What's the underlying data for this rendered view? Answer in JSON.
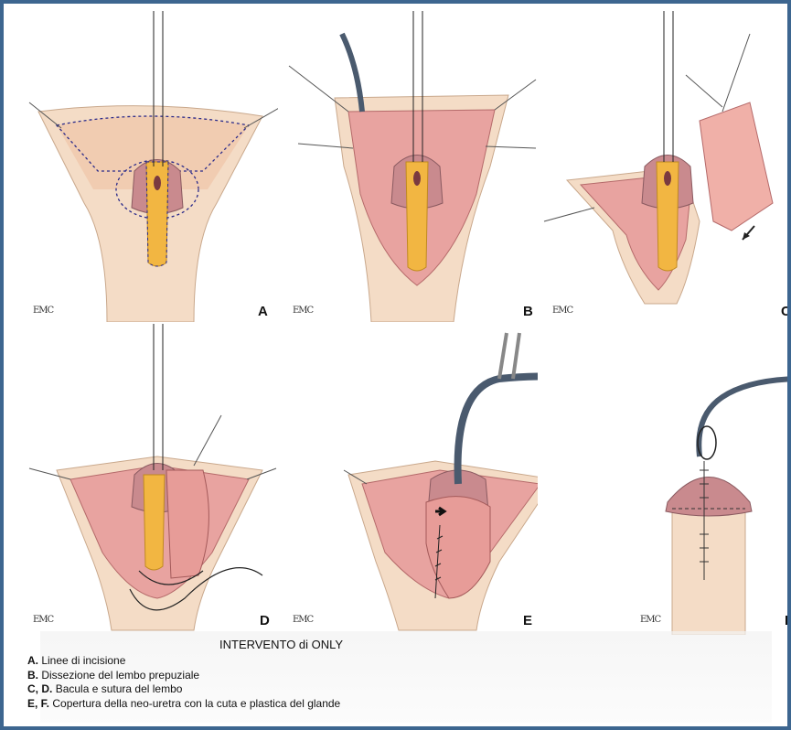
{
  "figure": {
    "caption_title": "INTERVENTO di ONLY",
    "legend": [
      {
        "key": "A.",
        "text": "Linee di incisione"
      },
      {
        "key": "B.",
        "text": "Dissezione del lembo prepuziale"
      },
      {
        "key": "C, D.",
        "text": "Bacula e sutura del lembo"
      },
      {
        "key": "E, F.",
        "text": "Copertura della neo-uretra con la cuta e plastica del glande"
      }
    ],
    "panels": [
      {
        "label": "A",
        "watermark": "EMC"
      },
      {
        "label": "B",
        "watermark": "EMC"
      },
      {
        "label": "C",
        "watermark": "EMC"
      },
      {
        "label": "D",
        "watermark": "EMC"
      },
      {
        "label": "E",
        "watermark": "EMC"
      },
      {
        "label": "F",
        "watermark": "EMC"
      }
    ]
  },
  "colors": {
    "border": "#3d6690",
    "skin": "#f4dcc6",
    "tissue_pink": "#e8a3a0",
    "glans": "#c98a8e",
    "urethral_plate": "#f2b642",
    "catheter": "#4a5a6e",
    "incision_line": "#2a2a8a"
  }
}
